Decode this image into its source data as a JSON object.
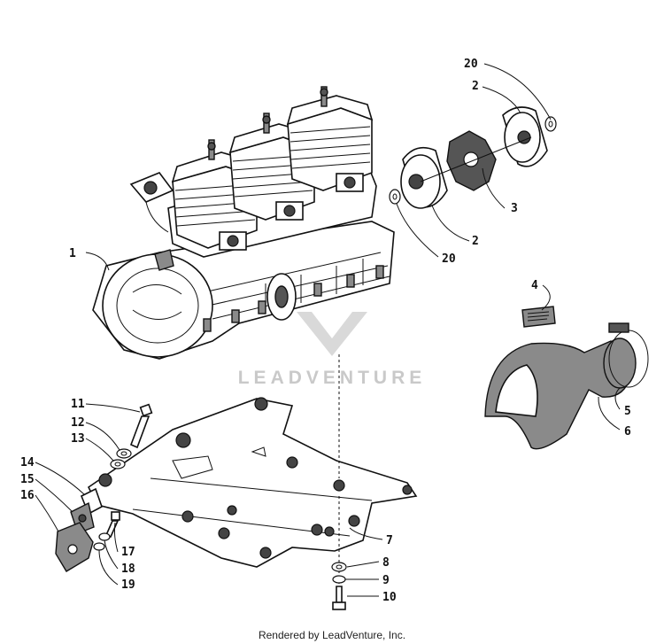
{
  "watermark": {
    "text": "LEADVENTURE"
  },
  "footer": {
    "credit": "Rendered by LeadVenture, Inc."
  },
  "callouts": [
    {
      "id": "1",
      "label": "1"
    },
    {
      "id": "2a",
      "label": "2"
    },
    {
      "id": "2b",
      "label": "2"
    },
    {
      "id": "3",
      "label": "3"
    },
    {
      "id": "4",
      "label": "4"
    },
    {
      "id": "5",
      "label": "5"
    },
    {
      "id": "6",
      "label": "6"
    },
    {
      "id": "7",
      "label": "7"
    },
    {
      "id": "8",
      "label": "8"
    },
    {
      "id": "9",
      "label": "9"
    },
    {
      "id": "10",
      "label": "10"
    },
    {
      "id": "11",
      "label": "11"
    },
    {
      "id": "12",
      "label": "12"
    },
    {
      "id": "13",
      "label": "13"
    },
    {
      "id": "14",
      "label": "14"
    },
    {
      "id": "15",
      "label": "15"
    },
    {
      "id": "16",
      "label": "16"
    },
    {
      "id": "17",
      "label": "17"
    },
    {
      "id": "18",
      "label": "18"
    },
    {
      "id": "19",
      "label": "19"
    },
    {
      "id": "20a",
      "label": "20"
    },
    {
      "id": "20b",
      "label": "20"
    }
  ]
}
